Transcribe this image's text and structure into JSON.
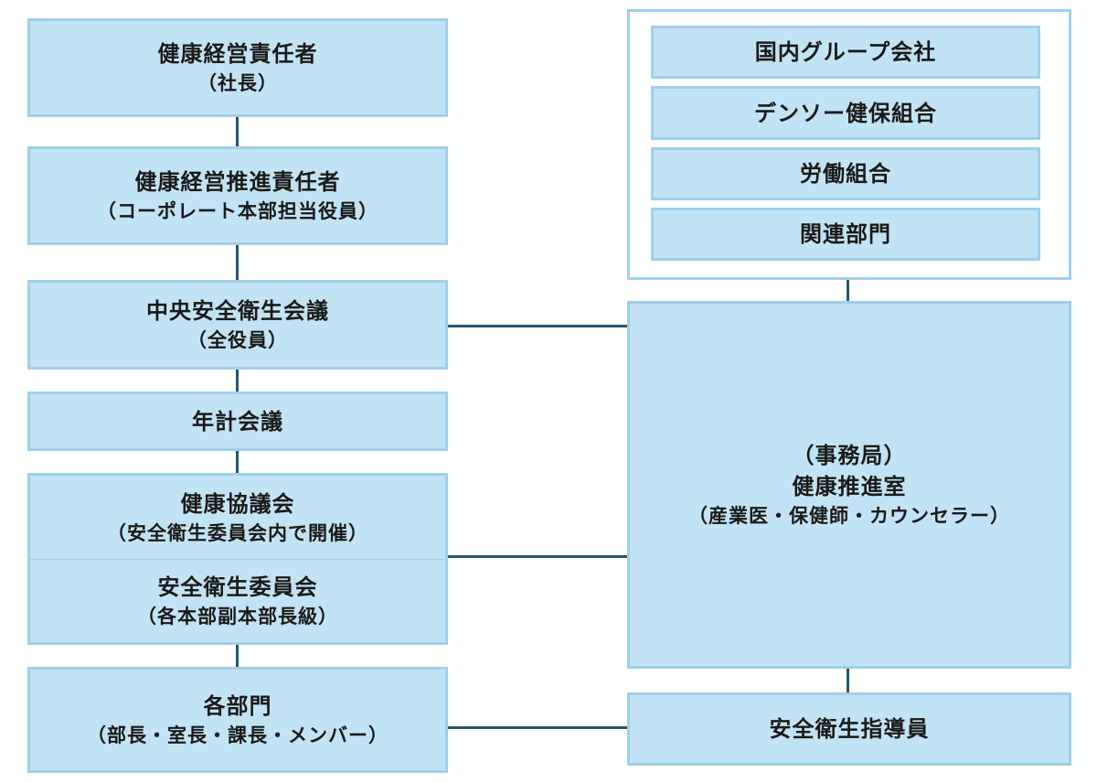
{
  "left_column": {
    "health_manager": {
      "title": "健康経営責任者",
      "sub": "（社長）"
    },
    "promotion_manager": {
      "title": "健康経営推進責任者",
      "sub": "（コーポレート本部担当役員）"
    },
    "central_committee": {
      "title": "中央安全衛生会議",
      "sub": "（全役員）"
    },
    "annual_meeting": {
      "title": "年計会議"
    },
    "health_council": {
      "title": "健康協議会",
      "sub": "（安全衛生委員会内で開催）"
    },
    "safety_committee": {
      "title": "安全衛生委員会",
      "sub": "（各本部副本部長級）"
    },
    "departments": {
      "title": "各部門",
      "sub": "（部長・室長・課長・メンバー）"
    }
  },
  "right_column": {
    "partners": [
      "国内グループ会社",
      "デンソー健保組合",
      "労働組合",
      "関連部門"
    ],
    "office": {
      "label": "（事務局）",
      "title": "健康推進室",
      "sub": "（産業医・保健師・カウンセラー）"
    },
    "safety_instructor": {
      "title": "安全衛生指導員"
    }
  }
}
